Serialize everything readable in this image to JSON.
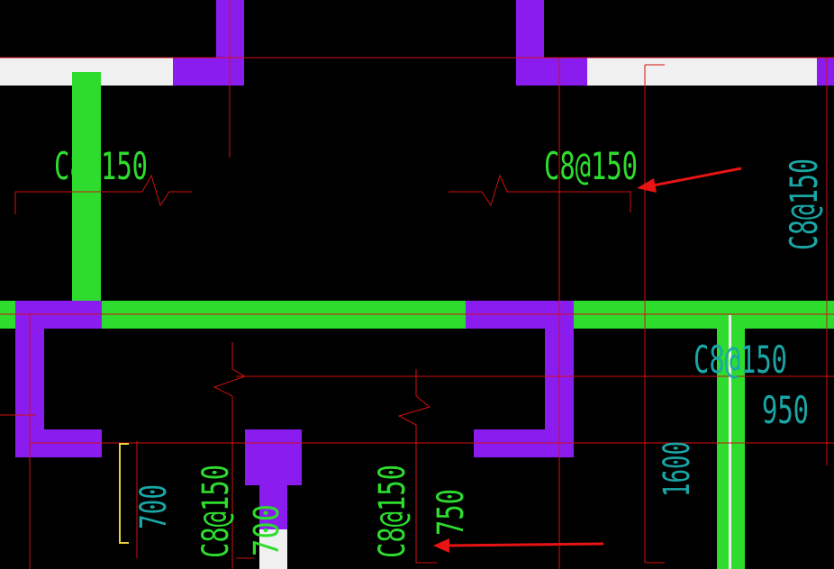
{
  "colors": {
    "background": "#000000",
    "wall_white": "#f0f0f0",
    "wall_purple": "#8a1cf0",
    "beam_green": "#2ddc2d",
    "guide_red": "#d01010",
    "text_green": "#2edc2e",
    "text_cyan": "#1aa6a6",
    "dim_yellow": "#e8d23a",
    "arrow_red": "#e81414"
  },
  "annotations": {
    "rebar_top_left": "C8@150",
    "rebar_top_mid": "C8@150",
    "rebar_right_vertical": "C8@150",
    "rebar_mid_right": "C8@150",
    "dim_950": "950",
    "dim_1600": "1600",
    "rebar_bottom_left": "C8@150",
    "dim_700_yellow": "700",
    "dim_700_small": "700",
    "rebar_bottom_mid": "C8@150",
    "dim_750": "750"
  }
}
